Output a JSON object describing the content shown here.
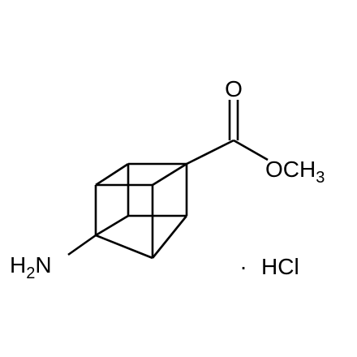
{
  "molecule": {
    "amine": {
      "element": "N",
      "hydrogen": "H",
      "hydrogen_count": "2"
    },
    "carbonyl_oxygen": "O",
    "ester_group": {
      "oxygen": "O",
      "carbon": "C",
      "hydrogen": "H",
      "hydrogen_count": "3"
    },
    "salt": {
      "separator": "·",
      "counterion": "HCl"
    }
  }
}
